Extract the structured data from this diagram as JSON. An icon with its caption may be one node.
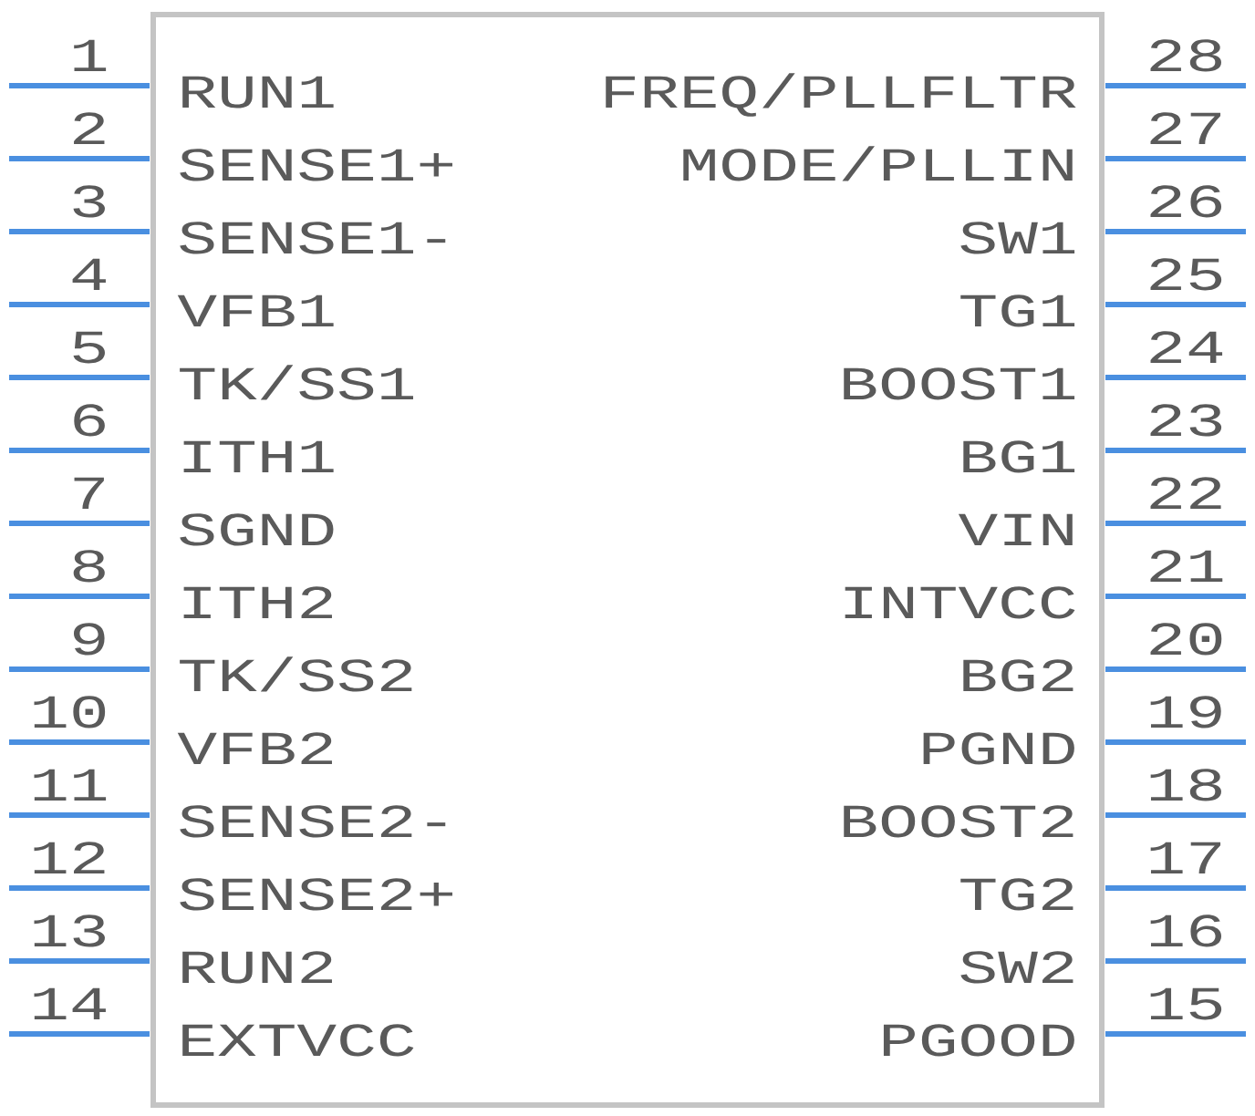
{
  "diagram": {
    "nodes": [
      {
        "text": [],
        "shape": "box"
      }
    ],
    "labels": [
      "1",
      "RUN1",
      "FREQ/PLLFLTR",
      "28",
      "2",
      "SENSE1+",
      "MODE/PLLIN",
      "27",
      "3",
      "SENSE1-",
      "SW1",
      "26",
      "4",
      "VFB1",
      "TG1",
      "25",
      "5",
      "TK/SS1",
      "BOOST1",
      "24",
      "6",
      "ITH1",
      "BG1",
      "23",
      "7",
      "SGND",
      "VIN",
      "22",
      "8",
      "ITH2",
      "INTVCC",
      "21",
      "9",
      "TK/SS2",
      "BG2",
      "20",
      "10",
      "VFB2",
      "PGND",
      "19",
      "11",
      "SENSE2-",
      "BOOST2",
      "18",
      "12",
      "SENSE2+",
      "TG2",
      "17",
      "13",
      "RUN2",
      "SW2",
      "16",
      "14",
      "EXTVCC",
      "PGOOD",
      "15"
    ]
  }
}
